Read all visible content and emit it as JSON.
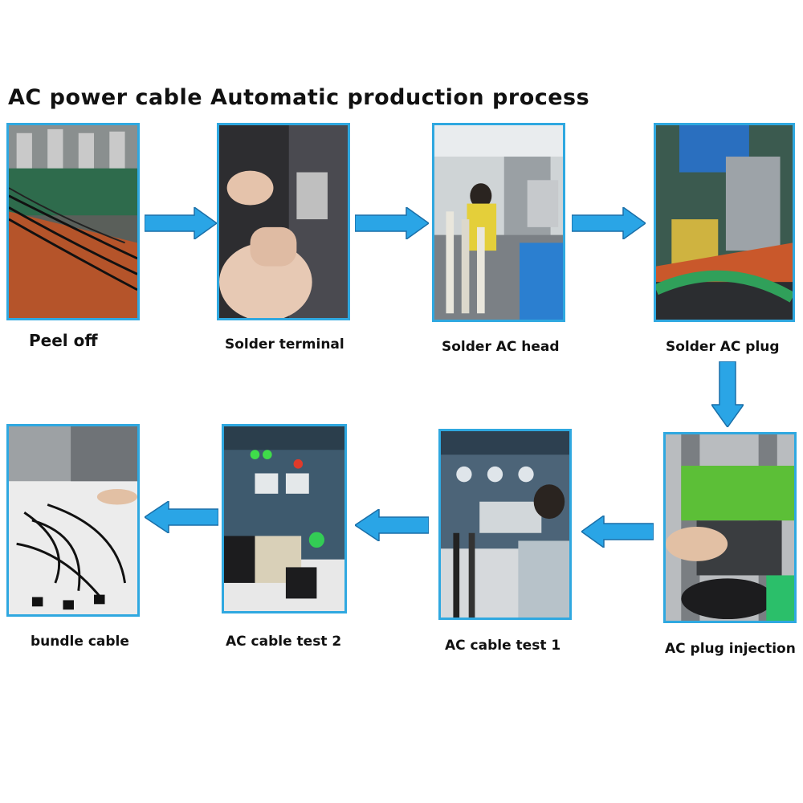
{
  "title": "AC power cable  Automatic  production  process",
  "steps": [
    {
      "label": "Peel off"
    },
    {
      "label": "Solder terminal"
    },
    {
      "label": "Solder AC head"
    },
    {
      "label": "Solder AC plug"
    },
    {
      "label": "AC plug injection"
    },
    {
      "label": "AC cable test 1"
    },
    {
      "label": "AC cable test 2"
    },
    {
      "label": "bundle cable"
    }
  ],
  "colors": {
    "frame": "#2fa8e0",
    "arrow_fill": "#2aa5e6",
    "arrow_stroke": "#1a6fa8"
  }
}
